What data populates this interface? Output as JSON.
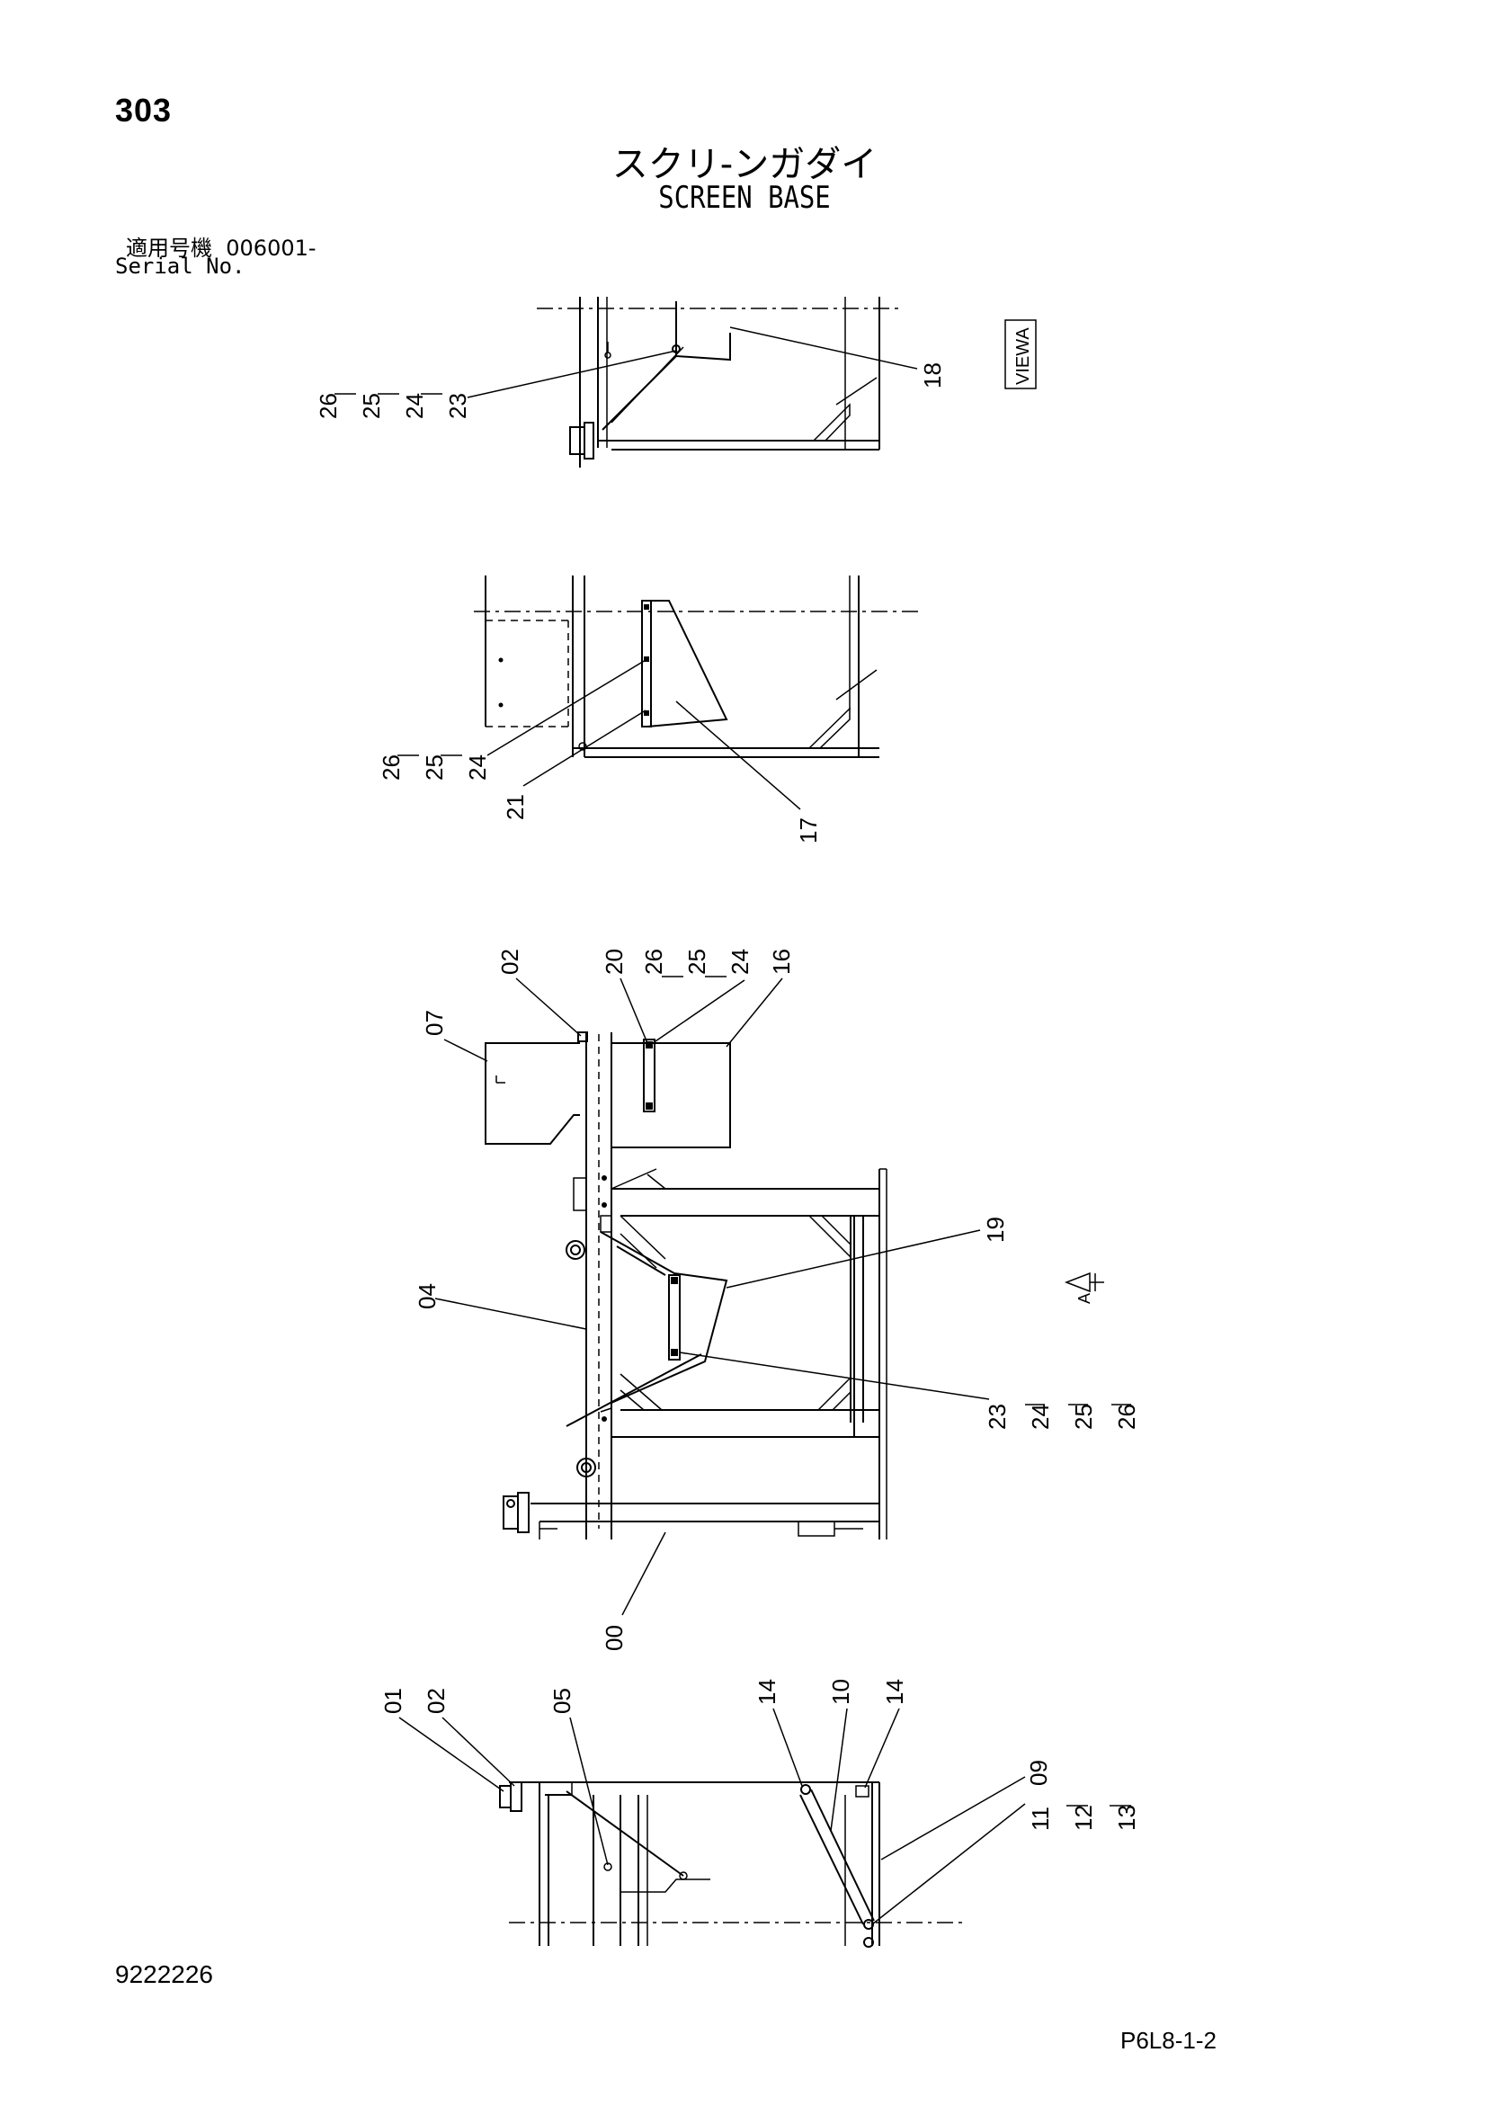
{
  "header": {
    "page_number": "303",
    "title_jp": "スクリ-ンガダイ",
    "title_en": "SCREEN BASE",
    "serial_label_jp": "適用号機  006001-",
    "serial_label_en": "Serial No."
  },
  "footer": {
    "document_number": "9222226",
    "page_code": "P6L8-1-2"
  },
  "view_label": "VIEWA",
  "view_arrow_letter": "A",
  "callouts": {
    "view1": [
      "26",
      "25",
      "24",
      "23",
      "18"
    ],
    "view2": [
      "26",
      "25",
      "24",
      "21",
      "17"
    ],
    "view3": [
      "02",
      "20",
      "26",
      "25",
      "24",
      "16",
      "07",
      "04",
      "19",
      "23",
      "24",
      "25",
      "26",
      "00"
    ],
    "view4": [
      "01",
      "02",
      "05",
      "14",
      "10",
      "14",
      "09",
      "11",
      "12",
      "13"
    ]
  }
}
